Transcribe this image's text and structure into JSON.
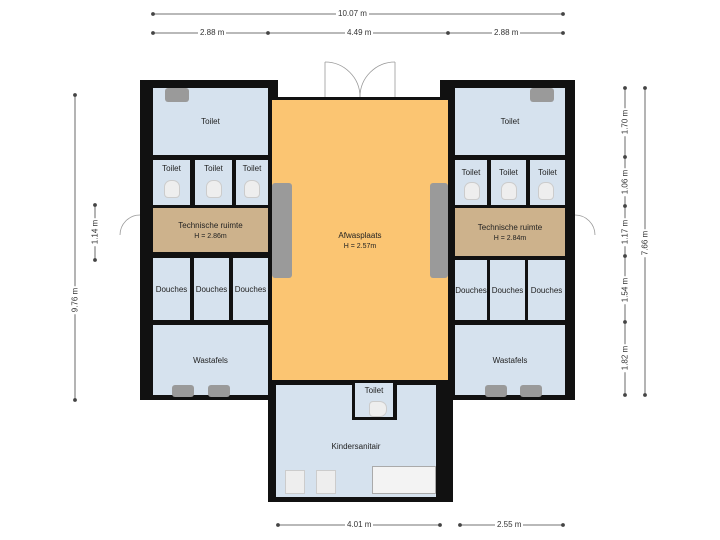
{
  "dimensions": {
    "top_total": "10.07 m",
    "top_left": "2.88 m",
    "top_mid": "4.49 m",
    "top_right": "2.88 m",
    "bottom_left": "4.01 m",
    "bottom_right": "2.55 m",
    "left_total": "9.76 m",
    "left_tech": "1.14 m",
    "right_segments": [
      "1.70 m",
      "1.06 m",
      "1.17 m",
      "1.54 m",
      "1.82 m"
    ],
    "right_total": "7.66 m"
  },
  "rooms": {
    "left_toilet": "Toilet",
    "left_small_toilets": [
      "Toilet",
      "Toilet",
      "Toilet"
    ],
    "left_tech": "Technische ruimte",
    "left_tech_height": "H = 2.86m",
    "left_douches": [
      "Douches",
      "Douches",
      "Douches"
    ],
    "left_wastafels": "Wastafels",
    "center": "Afwasplaats",
    "center_height": "H = 2.57m",
    "right_toilet": "Toilet",
    "right_small_toilets": [
      "Toilet",
      "Toilet",
      "Toilet"
    ],
    "right_tech": "Technische ruimte",
    "right_tech_height": "H = 2.84m",
    "right_douches": [
      "Douches",
      "Douches",
      "Douches"
    ],
    "right_wastafels": "Wastafels",
    "kids_toilet": "Toilet",
    "kids": "Kindersanitair"
  },
  "colors": {
    "room": "#d6e2ee",
    "tech": "#cdb28c",
    "center": "#fbc572",
    "wall": "#111111"
  }
}
